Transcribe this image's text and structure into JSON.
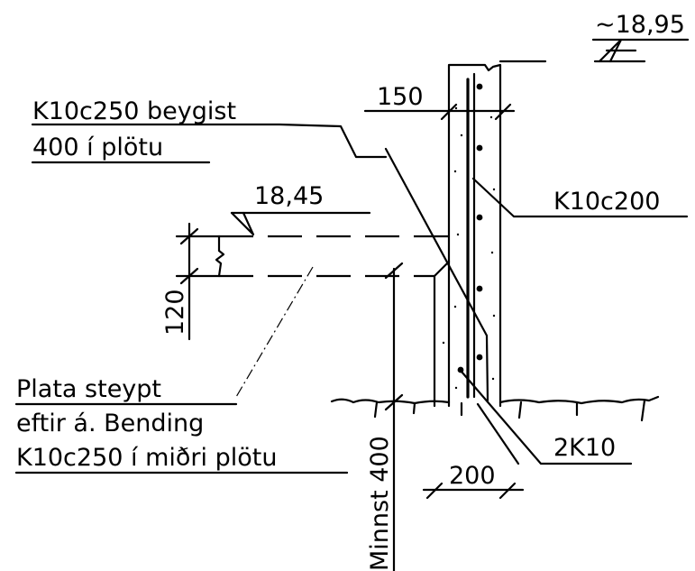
{
  "labels": {
    "top_elevation": "~18,95",
    "wall_thickness": "150",
    "bent_bar_line1": "K10c250 beygist",
    "bent_bar_line2": "400 í plötu",
    "slab_elevation": "18,45",
    "vertical_bars": "K10c200",
    "slab_thickness": "120",
    "note_line1": "Plata steypt",
    "note_line2": "eftir á. Bending",
    "note_line3": "K10c250 í miðri plötu",
    "bottom_bars": "2K10",
    "footing_width": "200",
    "min_depth": "Minnst 400"
  }
}
